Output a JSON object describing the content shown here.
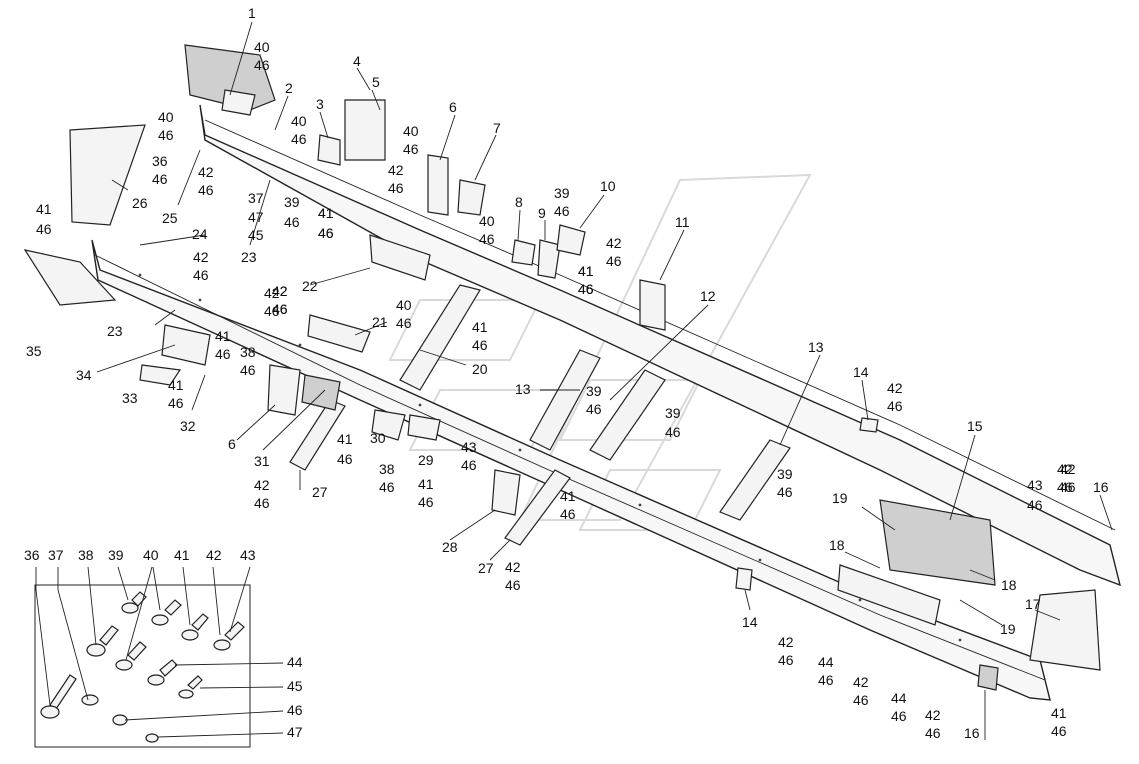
{
  "callouts": [
    {
      "id": "c1",
      "text": "1"
    },
    {
      "id": "c2",
      "text": "2"
    },
    {
      "id": "c3",
      "text": "3"
    },
    {
      "id": "c4",
      "text": "4"
    },
    {
      "id": "c5",
      "text": "5"
    },
    {
      "id": "c6a",
      "text": "6"
    },
    {
      "id": "c6b",
      "text": "6"
    },
    {
      "id": "c7",
      "text": "7"
    },
    {
      "id": "c8",
      "text": "8"
    },
    {
      "id": "c9",
      "text": "9"
    },
    {
      "id": "c10",
      "text": "10"
    },
    {
      "id": "c11",
      "text": "11"
    },
    {
      "id": "c12",
      "text": "12"
    },
    {
      "id": "c13a",
      "text": "13"
    },
    {
      "id": "c13b",
      "text": "13"
    },
    {
      "id": "c14a",
      "text": "14"
    },
    {
      "id": "c14b",
      "text": "14"
    },
    {
      "id": "c15",
      "text": "15"
    },
    {
      "id": "c16a",
      "text": "16"
    },
    {
      "id": "c16b",
      "text": "16"
    },
    {
      "id": "c17",
      "text": "17"
    },
    {
      "id": "c18a",
      "text": "18"
    },
    {
      "id": "c18b",
      "text": "18"
    },
    {
      "id": "c19a",
      "text": "19"
    },
    {
      "id": "c19b",
      "text": "19"
    },
    {
      "id": "c20",
      "text": "20"
    },
    {
      "id": "c21",
      "text": "21"
    },
    {
      "id": "c22",
      "text": "22"
    },
    {
      "id": "c23a",
      "text": "23"
    },
    {
      "id": "c23b",
      "text": "23"
    },
    {
      "id": "c24",
      "text": "24"
    },
    {
      "id": "c25",
      "text": "25"
    },
    {
      "id": "c26",
      "text": "26"
    },
    {
      "id": "c27a",
      "text": "27"
    },
    {
      "id": "c27b",
      "text": "27"
    },
    {
      "id": "c28",
      "text": "28"
    },
    {
      "id": "c29",
      "text": "29"
    },
    {
      "id": "c30",
      "text": "30"
    },
    {
      "id": "c31",
      "text": "31"
    },
    {
      "id": "c32",
      "text": "32"
    },
    {
      "id": "c33",
      "text": "33"
    },
    {
      "id": "c34",
      "text": "34"
    },
    {
      "id": "c35",
      "text": "35"
    },
    {
      "id": "p40_46_a",
      "lines": [
        "40",
        "46"
      ]
    },
    {
      "id": "p40_46_b",
      "lines": [
        "40",
        "46"
      ]
    },
    {
      "id": "p40_46_c",
      "lines": [
        "40",
        "46"
      ]
    },
    {
      "id": "p40_46_d",
      "lines": [
        "40",
        "46"
      ]
    },
    {
      "id": "p40_46_e",
      "lines": [
        "40",
        "46"
      ]
    },
    {
      "id": "p40_46_f",
      "lines": [
        "40",
        "46"
      ]
    },
    {
      "id": "p42_46_a",
      "lines": [
        "42",
        "46"
      ]
    },
    {
      "id": "p42_46_b",
      "lines": [
        "42",
        "46"
      ]
    },
    {
      "id": "p42_46_c",
      "lines": [
        "42",
        "46"
      ]
    },
    {
      "id": "p42_46_d",
      "lines": [
        "42",
        "46"
      ]
    },
    {
      "id": "p42_46_e",
      "lines": [
        "42",
        "46"
      ]
    },
    {
      "id": "p42_46_f",
      "lines": [
        "42",
        "46"
      ]
    },
    {
      "id": "p42_46_g",
      "lines": [
        "42",
        "46"
      ]
    },
    {
      "id": "p42_46_h",
      "lines": [
        "42",
        "46"
      ]
    },
    {
      "id": "p42_46_i",
      "lines": [
        "42",
        "46"
      ]
    },
    {
      "id": "p42_46_j",
      "lines": [
        "42",
        "46"
      ]
    },
    {
      "id": "p42_46_k",
      "lines": [
        "42",
        "46"
      ]
    },
    {
      "id": "p42_46_l",
      "lines": [
        "42",
        "46"
      ]
    },
    {
      "id": "p42_46_m",
      "lines": [
        "42",
        "46"
      ]
    },
    {
      "id": "p42_46_n",
      "lines": [
        "42",
        "46"
      ]
    },
    {
      "id": "p41_46_a",
      "lines": [
        "41",
        "46"
      ]
    },
    {
      "id": "p41_46_b",
      "lines": [
        "41",
        "46"
      ]
    },
    {
      "id": "p41_46_c",
      "lines": [
        "41",
        "46"
      ]
    },
    {
      "id": "p41_46_d",
      "lines": [
        "41",
        "46"
      ]
    },
    {
      "id": "p41_46_e",
      "lines": [
        "41",
        "46"
      ]
    },
    {
      "id": "p41_46_f",
      "lines": [
        "41",
        "46"
      ]
    },
    {
      "id": "p41_46_g",
      "lines": [
        "41",
        "46"
      ]
    },
    {
      "id": "p41_46_h",
      "lines": [
        "41",
        "46"
      ]
    },
    {
      "id": "p41_46_i",
      "lines": [
        "41",
        "46"
      ]
    },
    {
      "id": "p41_46_j",
      "lines": [
        "41",
        "46"
      ]
    },
    {
      "id": "p41_46_k",
      "lines": [
        "41",
        "46"
      ]
    },
    {
      "id": "p41_46_l",
      "lines": [
        "41",
        "46"
      ]
    },
    {
      "id": "p39_46_a",
      "lines": [
        "39",
        "46"
      ]
    },
    {
      "id": "p39_46_b",
      "lines": [
        "39",
        "46"
      ]
    },
    {
      "id": "p39_46_c",
      "lines": [
        "39",
        "46"
      ]
    },
    {
      "id": "p39_46_d",
      "lines": [
        "39",
        "46"
      ]
    },
    {
      "id": "p39_46_e",
      "lines": [
        "39",
        "46"
      ]
    },
    {
      "id": "p36_46",
      "lines": [
        "36",
        "46"
      ]
    },
    {
      "id": "p38_46_a",
      "lines": [
        "38",
        "46"
      ]
    },
    {
      "id": "p38_46_b",
      "lines": [
        "38",
        "46"
      ]
    },
    {
      "id": "p43_46_a",
      "lines": [
        "43",
        "46"
      ]
    },
    {
      "id": "p43_46_b",
      "lines": [
        "43",
        "46"
      ]
    },
    {
      "id": "p44_46_a",
      "lines": [
        "44",
        "46"
      ]
    },
    {
      "id": "p44_46_b",
      "lines": [
        "44",
        "46"
      ]
    },
    {
      "id": "p37_47_45",
      "lines": [
        "37",
        "47",
        "45"
      ]
    },
    {
      "id": "p42_46_37",
      "lines": [
        "42",
        "46"
      ]
    }
  ],
  "fastener_box": {
    "top_labels": [
      "36",
      "37",
      "38",
      "39",
      "40",
      "41",
      "42",
      "43"
    ],
    "side_labels": [
      "44",
      "45",
      "46",
      "47"
    ]
  }
}
